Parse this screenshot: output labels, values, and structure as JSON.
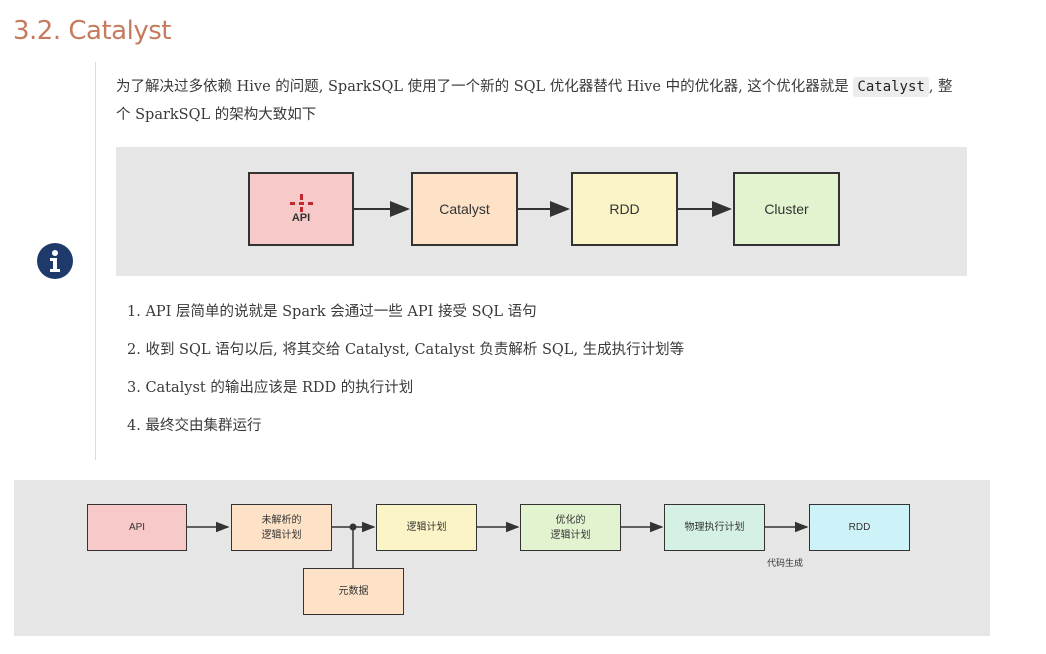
{
  "section_title": "3.2. Catalyst",
  "intro": {
    "text_part1": "为了解决过多依赖 Hive 的问题, SparkSQL 使用了一个新的 SQL 优化器替代 Hive 中的优化器, 这个优化器就是",
    "code": "Catalyst",
    "text_part2": ", 整个 SparkSQL 的架构大致如下"
  },
  "diagram1": {
    "boxes": [
      {
        "label": "API",
        "color": "#f8c9c9"
      },
      {
        "label": "Catalyst",
        "color": "#fde2c7"
      },
      {
        "label": "RDD",
        "color": "#fbf4c6"
      },
      {
        "label": "Cluster",
        "color": "#e2f4cf"
      }
    ],
    "api_glyph_color": "#c1272d"
  },
  "steps": [
    "1. API 层简单的说就是 Spark 会通过一些 API 接受 SQL 语句",
    "2. 收到 SQL 语句以后, 将其交给 Catalyst, Catalyst 负责解析 SQL, 生成执行计划等",
    "3. Catalyst 的输出应该是 RDD 的执行计划",
    "4. 最终交由集群运行"
  ],
  "diagram2": {
    "boxes": [
      {
        "label": "API",
        "color": "#f8c9c9"
      },
      {
        "label": "未解析的\n逻辑计划",
        "color": "#fde2c7"
      },
      {
        "label": "逻辑计划",
        "color": "#fbf4c6"
      },
      {
        "label": "优化的\n逻辑计划",
        "color": "#e2f4cf"
      },
      {
        "label": "物理执行计划",
        "color": "#d4f1e4"
      },
      {
        "label": "RDD",
        "color": "#cdf3f8"
      }
    ],
    "metadata_box": {
      "label": "元数据",
      "color": "#fde2c7"
    },
    "codegen_label": "代码生成"
  },
  "icon": {
    "name": "info-icon",
    "color": "#1e3a6b"
  }
}
